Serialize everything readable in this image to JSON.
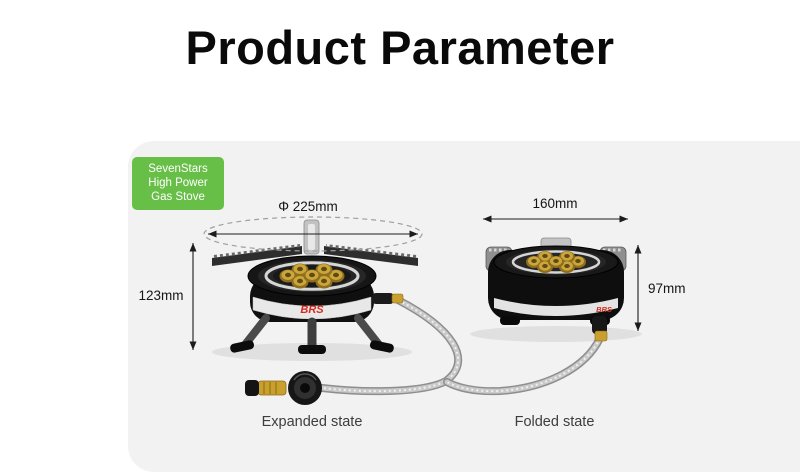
{
  "page": {
    "title": "Product Parameter"
  },
  "badge": {
    "line1": "SevenStars",
    "line2": "High Power",
    "line3": "Gas Stove"
  },
  "brand": {
    "name": "BRS"
  },
  "dimensions": {
    "diameter_expanded": "Φ 225mm",
    "height_expanded": "123mm",
    "width_folded": "160mm",
    "height_folded": "97mm"
  },
  "captions": {
    "expanded": "Expanded state",
    "folded": "Folded state"
  },
  "colors": {
    "badge_green": "#68bf47",
    "panel_gray": "#f2f2f3",
    "brand_red": "#d42b1e",
    "brass_gold": "#c9a02e",
    "title_black": "#0a0a0a"
  }
}
